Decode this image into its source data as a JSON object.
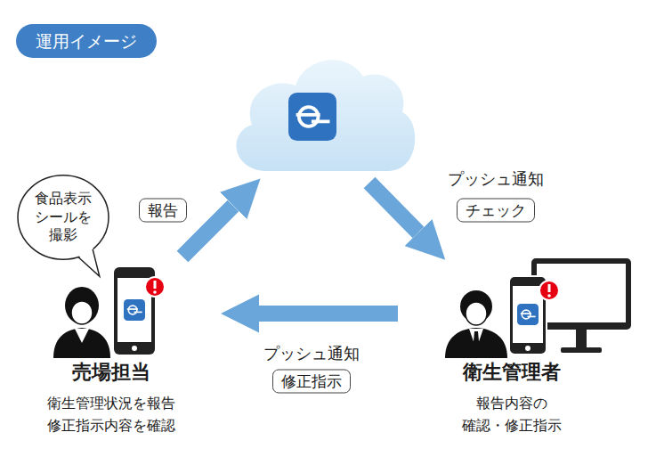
{
  "diagram": {
    "title": "運用イメージ",
    "nodes": [
      {
        "text": [
          "食品表示 シールを 撮影"
        ]
      },
      {
        "text": [
          "売場担当",
          "衛生管理状況を報告 修正指示内容を確認"
        ]
      },
      {
        "text": [
          "衛生管理者",
          "報告内容の 確認・修正指示"
        ]
      }
    ],
    "edges": [
      {
        "from": 2,
        "to": 1,
        "arrow": "to"
      }
    ],
    "labels": [
      "報告",
      "プッシュ通知",
      "チェック",
      "プッシュ通知",
      "修正指示"
    ]
  }
}
